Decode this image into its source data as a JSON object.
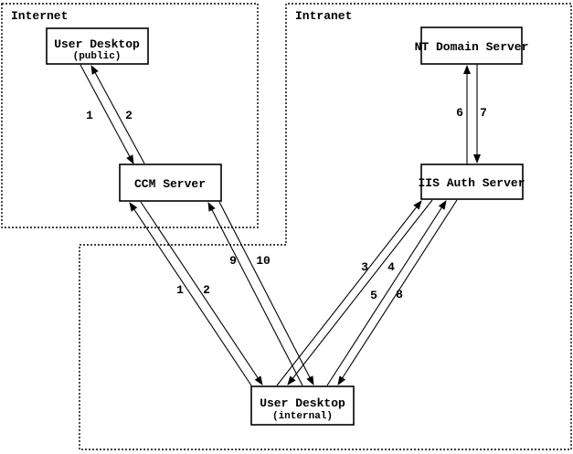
{
  "regions": {
    "internet": {
      "label": "Internet"
    },
    "intranet": {
      "label": "Intranet"
    }
  },
  "nodes": {
    "user_desktop_public": {
      "title": "User Desktop",
      "subtitle": "(public)"
    },
    "ccm_server": {
      "title": "CCM Server"
    },
    "nt_domain_server": {
      "title": "NT Domain Server"
    },
    "iis_auth_server": {
      "title": "IIS Auth Server"
    },
    "user_desktop_internal": {
      "title": "User Desktop",
      "subtitle": "(internal)"
    }
  },
  "flows": {
    "public_desktop_to_ccm": "1",
    "ccm_to_public_desktop": "2",
    "internal_desktop_to_ccm": "1",
    "ccm_to_internal_desktop": "2",
    "internal_desktop_to_iis_a": "3",
    "iis_to_internal_desktop_a": "4",
    "internal_desktop_to_iis_b": "5",
    "iis_to_nt_domain": "6",
    "nt_domain_to_iis": "7",
    "iis_to_internal_desktop_b": "8",
    "internal_desktop_to_ccm_b": "9",
    "ccm_to_internal_desktop_b": "10"
  },
  "colors": {
    "foreground": "#000000",
    "background": "#ffffff"
  }
}
